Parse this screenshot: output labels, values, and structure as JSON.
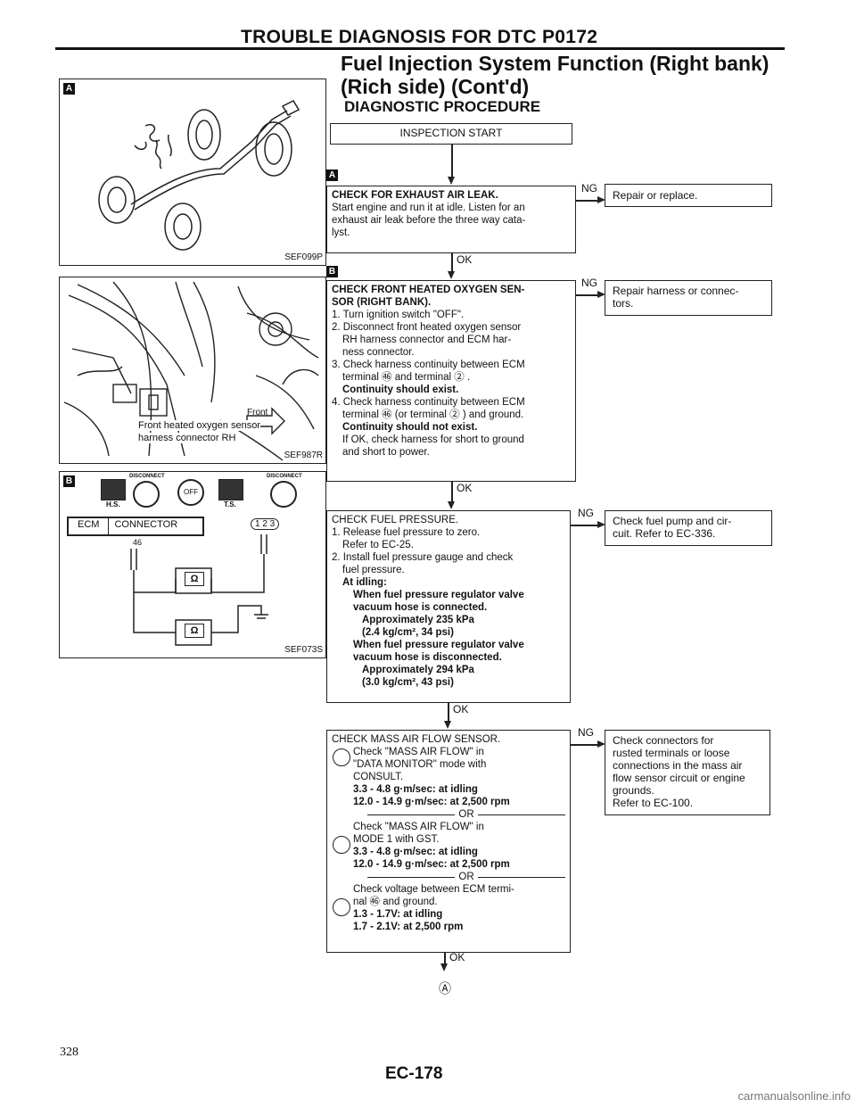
{
  "header": {
    "title": "TROUBLE DIAGNOSIS FOR DTC P0172",
    "subtitle_line1": "Fuel Injection System Function (Right bank)",
    "subtitle_line2": "(Rich side) (Cont'd)",
    "section": "DIAGNOSTIC PROCEDURE"
  },
  "figures": {
    "fig_a": {
      "marker": "A",
      "code": "SEF099P"
    },
    "fig_b1": {
      "code": "SEF987R",
      "label_front": "Front",
      "label_sensor_1": "Front heated oxygen sensor",
      "label_sensor_2": "harness connector RH"
    },
    "fig_b2": {
      "marker": "B",
      "code": "SEF073S",
      "ecm": "ECM",
      "connector": "CONNECTOR",
      "pin": "46",
      "pins": "1 2 3",
      "disconnect": "DISCONNECT",
      "hs": "H.S.",
      "ts": "T.S.",
      "off": "OFF",
      "ohm": "Ω"
    }
  },
  "flow": {
    "start": "INSPECTION START",
    "steps": [
      {
        "marker": "A",
        "lines": [
          "CHECK FOR EXHAUST AIR LEAK.",
          "Start engine and run it at idle. Listen for an",
          "exhaust air leak before the three way cata-",
          "lyst."
        ],
        "ng_label": "NG",
        "ng_action": [
          "Repair or replace."
        ],
        "ok_label": "OK"
      },
      {
        "marker": "B",
        "lines": [
          "CHECK FRONT HEATED OXYGEN SEN-",
          "SOR (RIGHT BANK).",
          "1. Turn ignition switch \"OFF\".",
          "2. Disconnect front heated oxygen sensor",
          "RH harness connector and ECM har-",
          "ness connector.",
          "3. Check harness continuity between ECM",
          "terminal ㊻ and terminal ② .",
          "Continuity should exist.",
          "4. Check harness continuity between ECM",
          "terminal ㊻ (or terminal ② ) and ground.",
          "Continuity should not exist.",
          "If OK, check harness for short to ground",
          "and short to power."
        ],
        "ng_label": "NG",
        "ng_action": [
          "Repair harness or connec-",
          "tors."
        ],
        "ok_label": "OK"
      },
      {
        "lines": [
          "CHECK FUEL PRESSURE.",
          "1. Release fuel pressure to zero.",
          "Refer to EC-25.",
          "2. Install fuel pressure gauge and check",
          "fuel pressure.",
          "At idling:",
          "When fuel pressure regulator valve",
          "vacuum hose is connected.",
          "Approximately 235 kPa",
          "(2.4 kg/cm², 34 psi)",
          "When fuel pressure regulator valve",
          "vacuum hose is disconnected.",
          "Approximately 294 kPa",
          "(3.0 kg/cm², 43 psi)"
        ],
        "ng_label": "NG",
        "ng_action": [
          "Check fuel pump and cir-",
          "cuit. Refer to EC-336."
        ],
        "ok_label": "OK"
      },
      {
        "lines": [
          "CHECK MASS AIR FLOW SENSOR.",
          "Check \"MASS AIR FLOW\" in",
          "\"DATA MONITOR\" mode with",
          "CONSULT.",
          "3.3 - 4.8 g·m/sec: at idling",
          "12.0 - 14.9 g·m/sec: at 2,500 rpm",
          "OR",
          "Check \"MASS AIR FLOW\" in",
          "MODE 1 with GST.",
          "3.3 - 4.8 g·m/sec: at idling",
          "12.0 - 14.9 g·m/sec: at 2,500 rpm",
          "OR",
          "Check voltage between ECM termi-",
          "nal ㊻ and ground.",
          "1.3 - 1.7V: at idling",
          "1.7 - 2.1V: at 2,500 rpm"
        ],
        "icons": [
          "CONSULT",
          "GST",
          "NO TOOLS"
        ],
        "ng_label": "NG",
        "ng_action": [
          "Check connectors for",
          "rusted terminals or loose",
          "connections in the mass air",
          "flow sensor circuit or engine",
          "grounds.",
          "Refer to EC-100."
        ],
        "ok_label": "OK"
      }
    ],
    "continuation": "Ⓐ"
  },
  "footer": {
    "page_number": "328",
    "page_code": "EC-178",
    "watermark": "carmanualsonline.info"
  }
}
